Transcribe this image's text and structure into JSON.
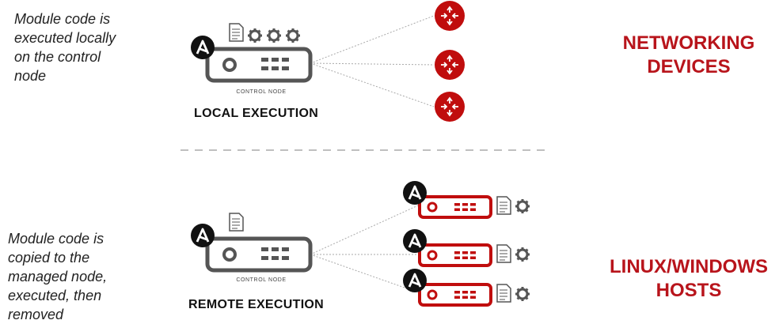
{
  "local": {
    "note": "Module code is\nexecuted locally\non the control\nnode",
    "control_node_label": "CONTROL NODE",
    "title": "LOCAL EXECUTION",
    "target_heading": "NETWORKING\nDEVICES"
  },
  "remote": {
    "note": "Module code is\ncopied to the\nmanaged node,\nexecuted, then\nremoved",
    "control_node_label": "CONTROL NODE",
    "title": "REMOTE EXECUTION",
    "target_heading": "LINUX/WINDOWS\nHOSTS"
  },
  "colors": {
    "accent": "#c00d0d",
    "node_gray": "#555555",
    "line": "#aaaaaa"
  }
}
